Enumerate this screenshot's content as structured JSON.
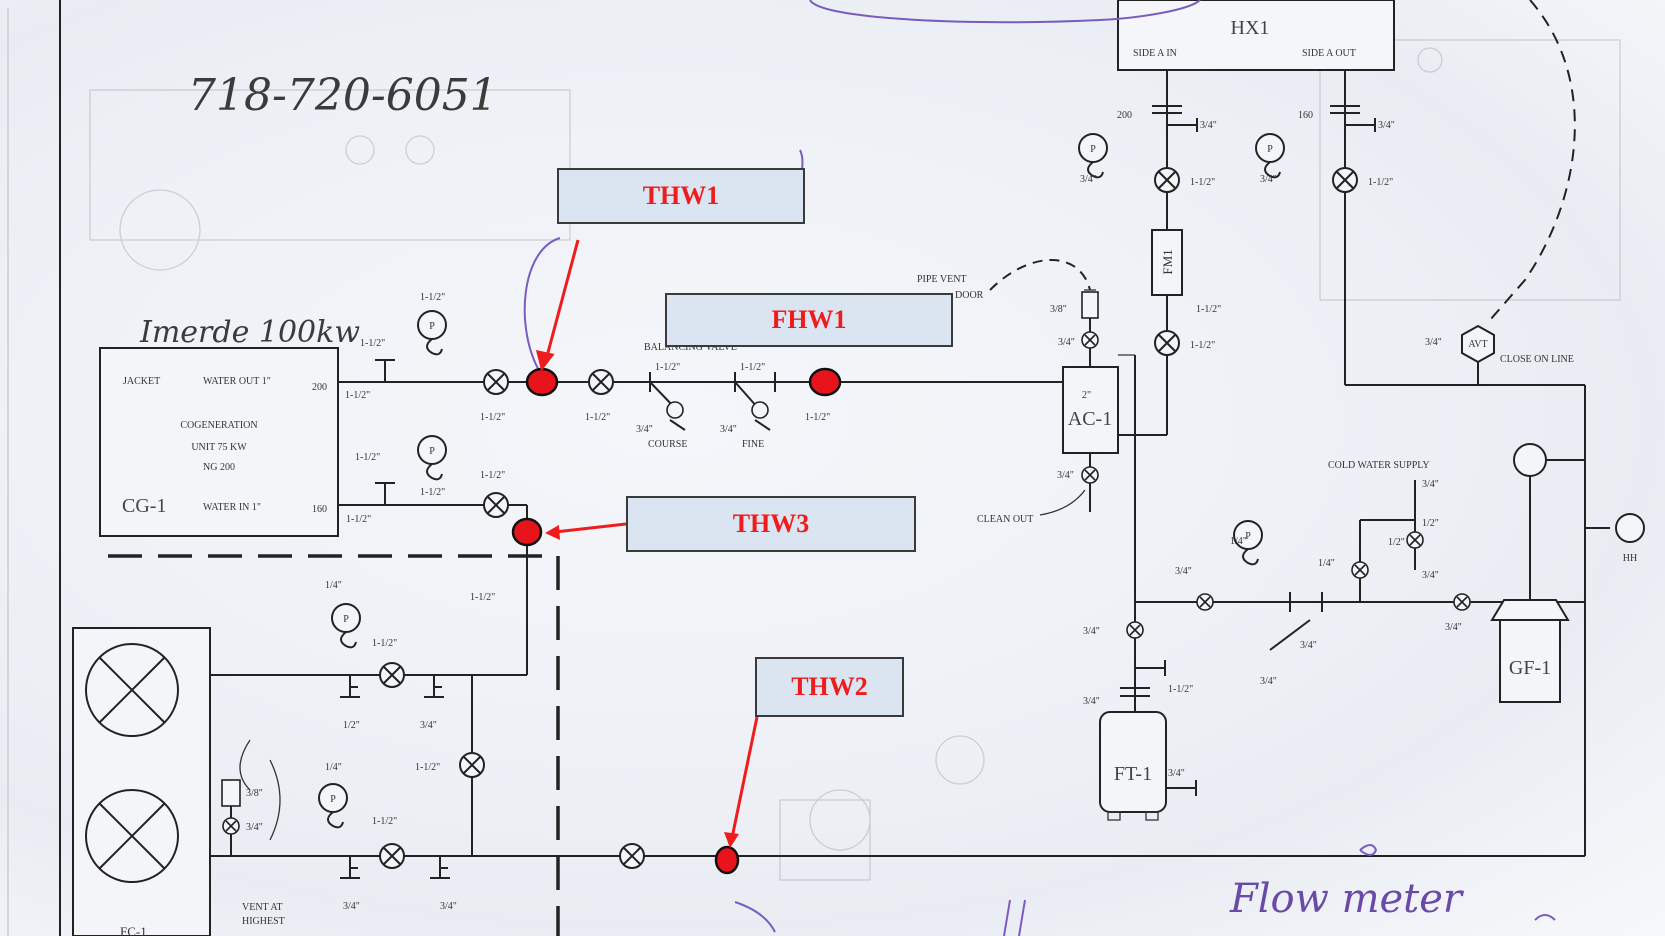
{
  "phone_note": "718-720-6051",
  "engine_note": "Imerde 100kw",
  "flow_note": "Flow meter",
  "equipment": {
    "cg1": {
      "name": "CG-1",
      "jacket": "JACKET",
      "water_out": "WATER OUT 1\"",
      "water_in": "WATER IN 1\"",
      "desc1": "COGENERATION",
      "desc2": "UNIT 75 KW",
      "desc3": "NG 200",
      "port_out": "200",
      "port_in": "160"
    },
    "hx1": {
      "name": "HX1",
      "side_in": "SIDE A IN",
      "side_out": "SIDE A OUT"
    },
    "ac1": {
      "name": "AC-1",
      "size": "2\""
    },
    "ft1": {
      "name": "FT-1"
    },
    "gf1": {
      "name": "GF-1"
    },
    "fm1": {
      "name": "FM1"
    },
    "fc1": {
      "name": "FC-1"
    },
    "avt": {
      "name": "AVT"
    },
    "hh": {
      "name": "HH"
    }
  },
  "annotations": {
    "pipe_vent": "PIPE VENT",
    "pipe_vent2": "DOOR",
    "clean_out": "CLEAN OUT",
    "cold_water": "COLD WATER SUPPLY",
    "close_on_line": "CLOSE ON LINE",
    "course": "COURSE",
    "fine": "FINE",
    "vent_highest": "VENT AT",
    "vent_highest2": "HIGHEST"
  },
  "callouts": [
    {
      "id": "thw1",
      "label": "THW1"
    },
    {
      "id": "fhw1",
      "label": "FHW1"
    },
    {
      "id": "thw3",
      "label": "THW3"
    },
    {
      "id": "thw2",
      "label": "THW2"
    }
  ],
  "colors": {
    "callout_fill": "#dbe5f1",
    "callout_text": "#ee1c1c",
    "marker": "#e8141c",
    "handwriting_purple": "#6a4aa8"
  }
}
